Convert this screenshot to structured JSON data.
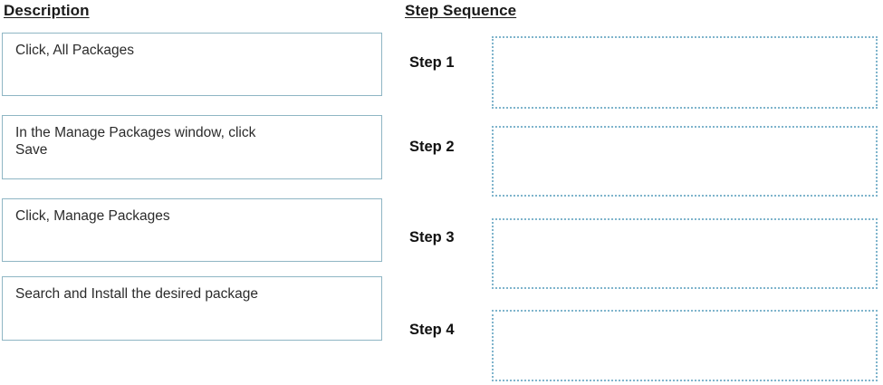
{
  "columns": {
    "description_header": "Description",
    "step_sequence_header": "Step Sequence"
  },
  "descriptions": [
    {
      "text": "Click, All Packages"
    },
    {
      "text": "In the Manage Packages window, click\nSave"
    },
    {
      "text": "Click, Manage Packages"
    },
    {
      "text": "Search and Install the desired package"
    }
  ],
  "steps": [
    {
      "label": "Step 1",
      "value": ""
    },
    {
      "label": "Step 2",
      "value": ""
    },
    {
      "label": "Step 3",
      "value": ""
    },
    {
      "label": "Step 4",
      "value": ""
    }
  ],
  "colors": {
    "description_border": "#8fb6c4",
    "dropzone_border": "#7fb4cc",
    "text": "#2b2b2b",
    "header_text": "#1a1a1a",
    "background": "#ffffff"
  }
}
